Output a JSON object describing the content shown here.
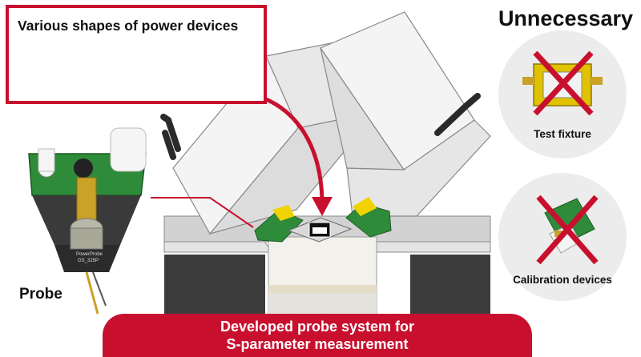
{
  "shapes_panel": {
    "title": "Various shapes of power devices"
  },
  "unnecessary_panel": {
    "heading": "Unnecessary",
    "items": [
      {
        "label": "Test fixture",
        "icon": "test-fixture-photo"
      },
      {
        "label": "Calibration devices",
        "icon": "calibration-device-photo"
      }
    ]
  },
  "probe": {
    "label": "Probe",
    "engraving": [
      "PowerProbe",
      "GS_325P"
    ]
  },
  "banner": {
    "line1": "Developed probe system for",
    "line2": "S-parameter measurement"
  },
  "colors": {
    "accent_red": "#c8102e",
    "probe_green": "#2e8b3a",
    "probe_body": "#3a3a3a",
    "gold_connector": "#c9a227",
    "circle_gray": "#ececec",
    "block_white": "#f4f4f4",
    "stage_gray": "#d6d6d6",
    "dark_block": "#3c3c3c"
  }
}
